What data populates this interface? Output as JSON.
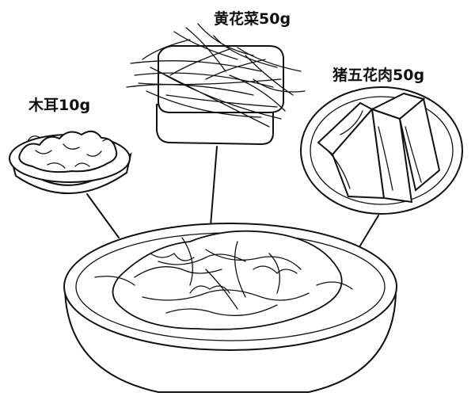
{
  "labels": {
    "daylily": "黄花菜50g",
    "wood_ear": "木耳10g",
    "pork_belly": "猪五花肉50g"
  },
  "colors": {
    "ink": "#111111",
    "background": "#ffffff"
  }
}
